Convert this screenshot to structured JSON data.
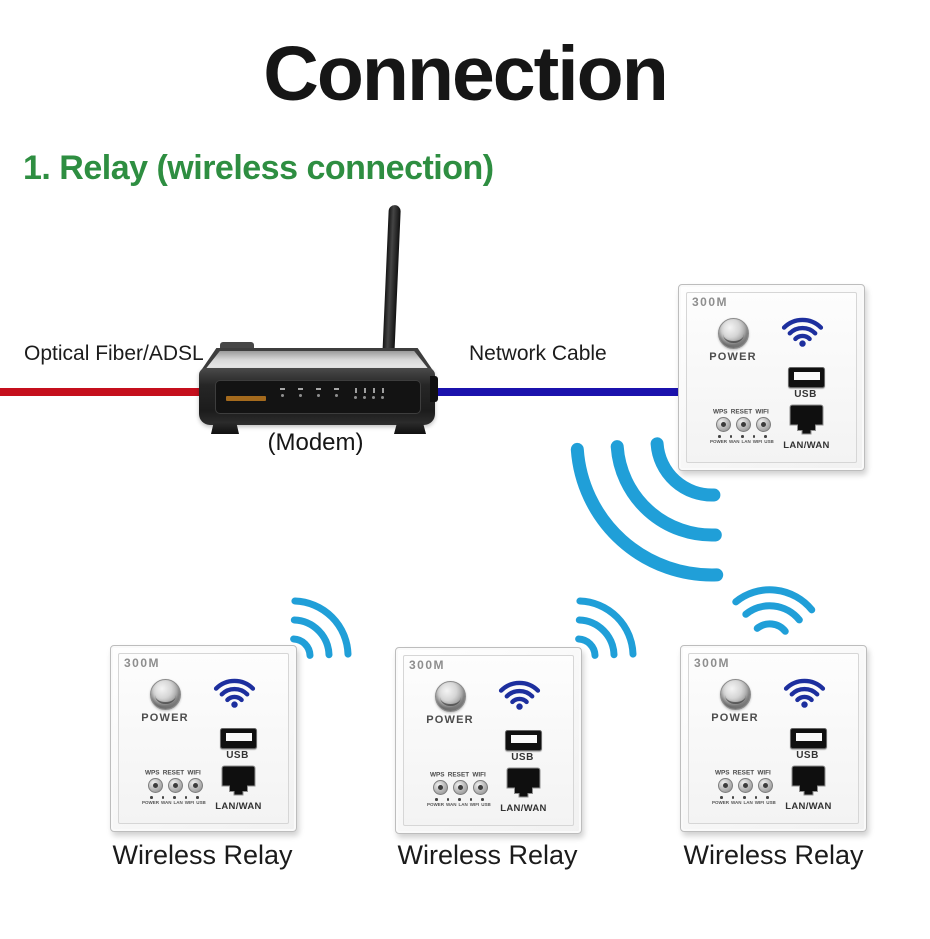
{
  "title": "Connection",
  "section": {
    "heading": "1. Relay (wireless connection)"
  },
  "diagram": {
    "fiber_label": "Optical Fiber/ADSL",
    "cable_label": "Network Cable",
    "modem_caption": "(Modem)"
  },
  "sockets": [
    {
      "model": "300M",
      "power_label": "POWER",
      "usb_label": "USB",
      "lan_label": "LAN/WAN",
      "btn_wps": "WPS",
      "btn_reset": "RESET",
      "btn_wifi": "WIFI",
      "led_labels": [
        "POWER",
        "WAN",
        "LAN",
        "WIFI",
        "USB"
      ]
    },
    {
      "model": "300M",
      "power_label": "POWER",
      "usb_label": "USB",
      "lan_label": "LAN/WAN",
      "btn_wps": "WPS",
      "btn_reset": "RESET",
      "btn_wifi": "WIFI",
      "led_labels": [
        "POWER",
        "WAN",
        "LAN",
        "WIFI",
        "USB"
      ],
      "caption": "Wireless Relay"
    },
    {
      "model": "300M",
      "power_label": "POWER",
      "usb_label": "USB",
      "lan_label": "LAN/WAN",
      "btn_wps": "WPS",
      "btn_reset": "RESET",
      "btn_wifi": "WIFI",
      "led_labels": [
        "POWER",
        "WAN",
        "LAN",
        "WIFI",
        "USB"
      ],
      "caption": "Wireless Relay"
    },
    {
      "model": "300M",
      "power_label": "POWER",
      "usb_label": "USB",
      "lan_label": "LAN/WAN",
      "btn_wps": "WPS",
      "btn_reset": "RESET",
      "btn_wifi": "WIFI",
      "led_labels": [
        "POWER",
        "WAN",
        "LAN",
        "WIFI",
        "USB"
      ],
      "caption": "Wireless Relay"
    }
  ],
  "colors": {
    "heading_green": "#2e8e41",
    "fiber_line_red": "#c50f1d",
    "network_cable_blue": "#1b12ad",
    "wifi_wave_cyan": "#209fd8",
    "socket_wifi_navy": "#1d2f9e"
  }
}
